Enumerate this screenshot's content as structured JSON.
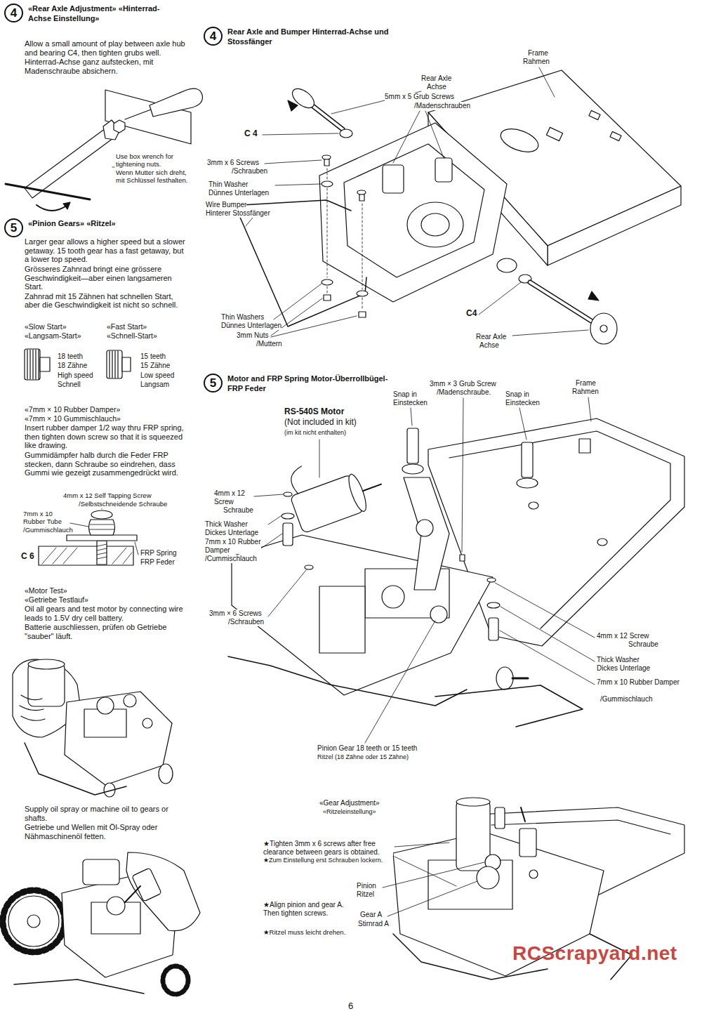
{
  "diagram": {
    "nodes": [
      {
        "text": [
          "4",
          "«Rear Axle Adjustment» «Hinterrad-Achse Einstellung»"
        ]
      },
      {
        "text": [
          "5",
          "«Pinion Gears» «Ritzel»"
        ]
      },
      {
        "text": [
          "4",
          "Rear Axle and Bumper Hinterrad-Achse und Stossfänger"
        ]
      },
      {
        "text": [
          "5",
          "Motor and FRP Spring Motor-Überrollbügel-FRP Feder"
        ]
      }
    ],
    "labels": [
      "Allow a small amount of play between axle hub and bearing C4, then tighten grubs well.",
      "Hinterrad-Achse ganz aufstecken, mit Madenschraube absichern.",
      "Use box wrench for tightening nuts.",
      "Wenn Mutter sich dreht, mit Schlüssel festhalten.",
      "Larger gear allows a higher speed but a slower getaway. 15 tooth gear has a fast getaway, but a lower top speed.",
      "Grösseres Zahnrad bringt eine grössere Geschwindigkeit—aber einen langsameren Start.",
      "Zahnrad mit 15 Zähnen hat schnellen Start, aber die Geschwindigkeit ist nicht so schnell.",
      "«Slow Start»",
      "«Langsam-Start»",
      "«Fast Start»",
      "«Schnell-Start»",
      "18 teeth",
      "18 Zähne",
      "High speed",
      "Schnell",
      "15 teeth",
      "15 Zähne",
      "Low speed",
      "Langsam",
      "«7mm × 10 Rubber Damper»",
      "«7mm × 10 Gummischlauch»",
      "Insert rubber damper 1/2 way thru FRP spring, then tighten down screw so that it is squeezed like drawing.",
      "Gummidämpfer halb durch die Feder FRP stecken, dann Schraube so eindrehen, dass Gummi wie gezeigt zusammengedrückt wird.",
      "4mm x 12 Self Tapping Screw",
      "/Selbstschneidende Schraube",
      "7mm x 10 Rubber Tube",
      "/Gummischlauch",
      "FRP Spring",
      "FRP Feder",
      "C 6",
      "«Motor Test»",
      "«Getriebe Testlauf»",
      "Oil all gears and test motor by connecting wire leads to 1.5V dry cell battery.",
      "Batterie auschliessen, prüfen ob Getriebe \"sauber\" läuft.",
      "Supply oil spray or machine oil to gears or shafts.",
      "Getriebe und Wellen mit Öl-Spray oder Nähmaschinenöl fetten.",
      "Frame",
      "Rahmen",
      "Rear Axle",
      "Achse",
      "5mm x 5 Grub Screws",
      "/Madenschrauben",
      "C 4",
      "3mm x 6 Screws",
      "/Schrauben",
      "Thin Washer",
      "Dünnes Unterlagen",
      "Wire Bumper",
      "Hinterer Stossfänger",
      "Thin Washers",
      "Dünnes Unterlagen",
      "3mm Nuts",
      "/Muttern",
      "C4",
      "Rear Axle",
      "Achse",
      "3mm × 3 Grub Screw",
      "/Madenschraube.",
      "Snap in",
      "Einstecken",
      "Snap in",
      "Einstecken",
      "Frame",
      "Rahmen",
      "RS-540S Motor",
      "(Not included in kit)",
      "(im kit nicht enthalten)",
      "4mm x 12 Screw",
      "Schraube",
      "Thick Washer",
      "Dickes Unterlage",
      "7mm x 10 Rubber Damper",
      "/Cummischlauch",
      "3mm × 6 Screws",
      "/Schrauben",
      "4mm x 12 Screw",
      "Schraube",
      "Thick Washer",
      "Dickes Unterlage",
      "7mm x 10 Rubber Damper",
      "/Gummischlauch",
      "Pinion Gear 18 teeth or 15 teeth",
      "Ritzel (18 Zähne oder 15 Zähne)",
      "«Gear Adjustment»",
      "«Ritzeleinstellung»",
      "★Tighten 3mm x 6 screws after free clearance between gears is obtained.",
      "★Zum Einstellung erst Schrauben lockern.",
      "Pinion",
      "Ritzel",
      "★Align pinion and gear A. Then tighten screws.",
      "Gear A",
      "Stirnrad A",
      "★Ritzel muss leicht drehen.",
      "RCScrapyard.net",
      "6"
    ]
  }
}
